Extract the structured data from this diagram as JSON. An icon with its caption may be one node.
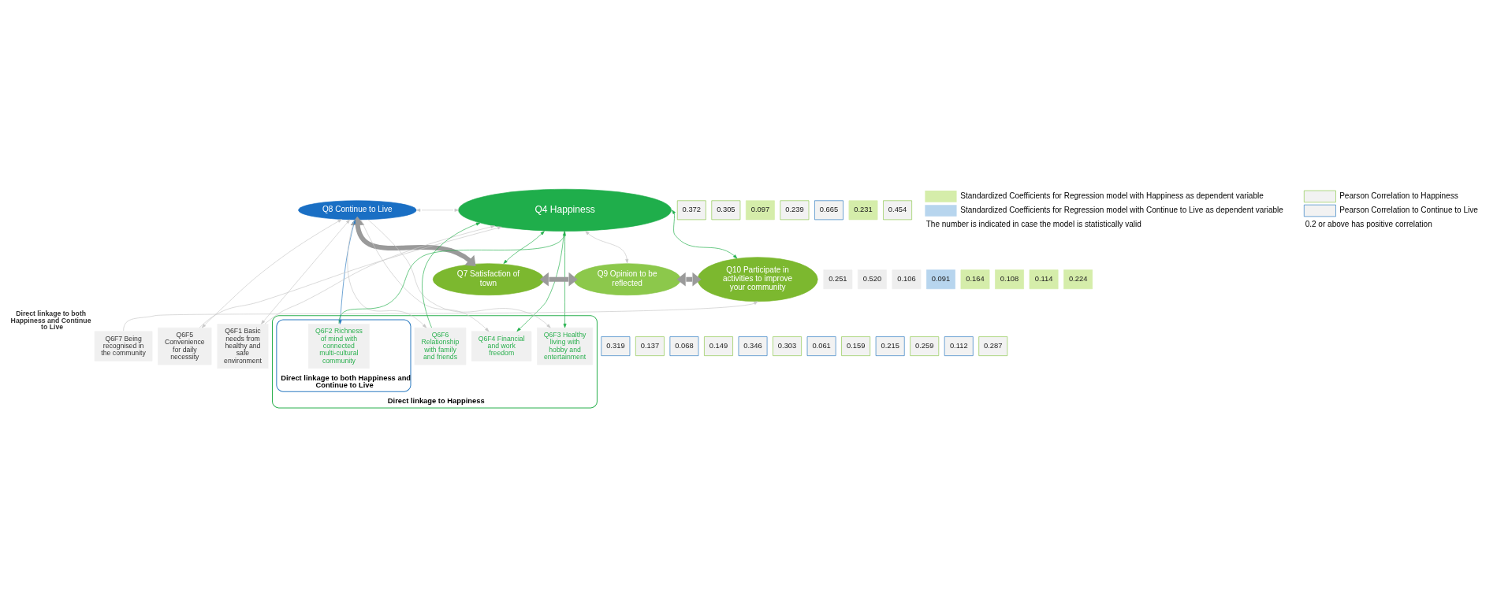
{
  "diagram": {
    "nodes": [
      {
        "text": [
          "Q4 Happiness"
        ]
      },
      {
        "text": [
          "Q8 Continue to Live"
        ]
      },
      {
        "text": [
          "Q7 Satisfaction of town"
        ]
      },
      {
        "text": [
          "Q9 Opinion to be reflected"
        ]
      },
      {
        "text": [
          "Q10 Participate in activities to improve your community"
        ]
      },
      {
        "text": [
          "Q6F1 Basic needs from healthy and safe environment"
        ]
      },
      {
        "text": [
          "Q6F5 Convenience for daily necessity"
        ]
      },
      {
        "text": [
          "Direct linkage to Happiness"
        ]
      },
      {
        "text": [
          "Direct linkage to both Happiness and Continue to Live"
        ],
        "in": 7
      },
      {
        "text": [
          "Q6F2 Richness of mind with connected multi-cultural community"
        ],
        "in": 8
      },
      {
        "text": [
          "Q6F6 Relationship with family and friends"
        ],
        "in": 7
      },
      {
        "text": [
          "Q6F3 Healthy living with hobby and entertainment"
        ],
        "in": 7
      },
      {
        "text": [
          "Q6F4 Financial and work freedom"
        ],
        "in": 7
      },
      {
        "text": [
          "Q6F7 Being recognised in the community"
        ],
        "beside": [
          "Direct linkage to both Happiness and Continue to Live"
        ]
      },
      {
        "text": [
          "0.372"
        ]
      },
      {
        "text": [
          "0.305"
        ]
      },
      {
        "text": [
          "0.097"
        ]
      },
      {
        "text": [
          "0.239"
        ]
      },
      {
        "text": [
          "0.665"
        ]
      },
      {
        "text": [
          "0.231"
        ]
      },
      {
        "text": [
          "0.454"
        ]
      },
      {
        "text": [
          "0.251"
        ]
      },
      {
        "text": [
          "0.520"
        ]
      },
      {
        "text": [
          "0.106"
        ]
      },
      {
        "text": [
          "0.091"
        ]
      },
      {
        "text": [
          "0.164"
        ]
      },
      {
        "text": [
          "0.108"
        ]
      },
      {
        "text": [
          "0.114"
        ]
      },
      {
        "text": [
          "0.224"
        ]
      },
      {
        "text": [
          "0.319"
        ]
      },
      {
        "text": [
          "0.137"
        ]
      },
      {
        "text": [
          "0.068"
        ]
      },
      {
        "text": [
          "0.149"
        ]
      },
      {
        "text": [
          "0.346"
        ]
      },
      {
        "text": [
          "0.303"
        ]
      },
      {
        "text": [
          "0.061"
        ]
      },
      {
        "text": [
          "0.159"
        ]
      },
      {
        "text": [
          "0.215"
        ]
      },
      {
        "text": [
          "0.259"
        ]
      },
      {
        "text": [
          "0.112"
        ]
      },
      {
        "text": [
          "0.287"
        ]
      }
    ],
    "edges": [
      {
        "from": 1,
        "to": 0,
        "arrow": "both"
      },
      {
        "from": 1,
        "to": 2,
        "arrow": "both",
        "style": "thick"
      },
      {
        "from": 2,
        "to": 0,
        "arrow": "both",
        "color": "#22b04b"
      },
      {
        "from": 2,
        "to": 3,
        "arrow": "both",
        "style": "thick"
      },
      {
        "from": 0,
        "to": 3,
        "arrow": "both"
      },
      {
        "from": 3,
        "to": 4,
        "arrow": "both",
        "style": "thick"
      },
      {
        "from": 0,
        "to": 4,
        "arrow": "both",
        "color": "#22b04b"
      },
      {
        "from": 1,
        "to": 5,
        "arrow": "both"
      },
      {
        "from": 1,
        "to": 6,
        "arrow": "both"
      },
      {
        "from": 5,
        "to": 0,
        "arrow": "to"
      },
      {
        "from": 6,
        "to": 0,
        "arrow": "to"
      },
      {
        "from": 1,
        "to": 9,
        "arrow": "both",
        "color": "#2a7ac0"
      },
      {
        "from": 1,
        "to": 10,
        "arrow": "to"
      },
      {
        "from": 1,
        "to": 11,
        "arrow": "to"
      },
      {
        "from": 1,
        "to": 12,
        "arrow": "to"
      },
      {
        "from": 9,
        "to": 0,
        "arrow": "to",
        "color": "#22b04b"
      },
      {
        "from": 10,
        "to": 0,
        "arrow": "to",
        "color": "#22b04b"
      },
      {
        "from": 0,
        "to": 11,
        "arrow": "to",
        "color": "#22b04b"
      },
      {
        "from": 0,
        "to": 12,
        "arrow": "to",
        "color": "#22b04b"
      },
      {
        "from": 13,
        "to": 4,
        "arrow": "to"
      }
    ],
    "labels": [
      "The number is indicated in case the model is statistically valid",
      "0.2 or above has positive correlation"
    ],
    "legend": [
      {
        "text": "Standardized Coefficients for Regression model with Happiness as dependent variable",
        "color": "#d5edaa"
      },
      {
        "text": "Standardized Coefficients for Regression model with Continue to Live as dependent variable",
        "color": "#b7d5ee"
      },
      {
        "text": "Pearson Correlation to Happiness"
      },
      {
        "text": "Pearson Correlation to Continue to Live"
      }
    ]
  }
}
